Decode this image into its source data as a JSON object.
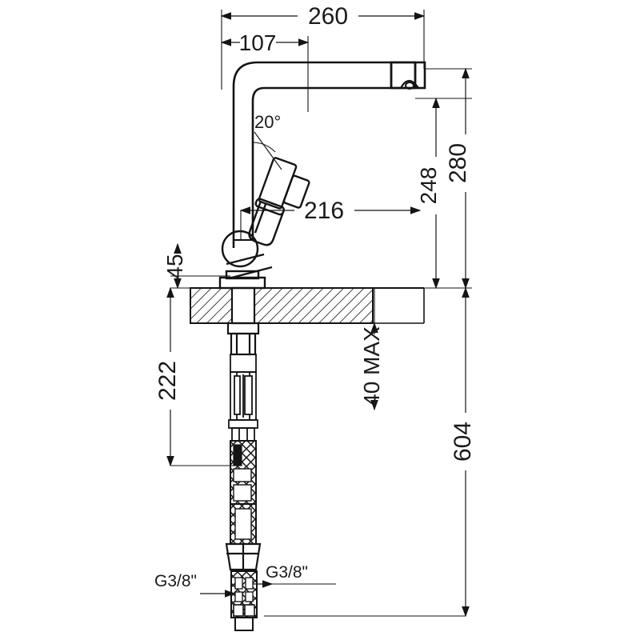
{
  "drawing": {
    "type": "technical-dimension-drawing",
    "subject": "pull-out kitchen mixer tap side elevation",
    "units": "mm",
    "line_color": "#141414",
    "hatch_color": "#141414",
    "background": "#ffffff"
  },
  "dimensions": {
    "spout_reach_total": "260",
    "spout_column_offset": "107",
    "handle_tilt_angle": "20°",
    "handle_height_from_counter": "216",
    "spout_outlet_height": "248",
    "overall_height_above_counter": "280",
    "lever_clearance_behind": "45",
    "shank_length_below_counter": "222",
    "counter_thickness_max": "40 MAX",
    "total_height_with_hose": "604",
    "inlet_thread_left": "G3/8\"",
    "inlet_thread_right": "G3/8\""
  },
  "labels": {
    "d260": "260",
    "d107": "107",
    "angle20": "20°",
    "d216": "216",
    "d248": "248",
    "d280": "280",
    "d45": "45",
    "d222": "222",
    "d40max": "40 MAX",
    "d604": "604",
    "thread_left": "G3/8\"",
    "thread_right": "G3/8\""
  }
}
